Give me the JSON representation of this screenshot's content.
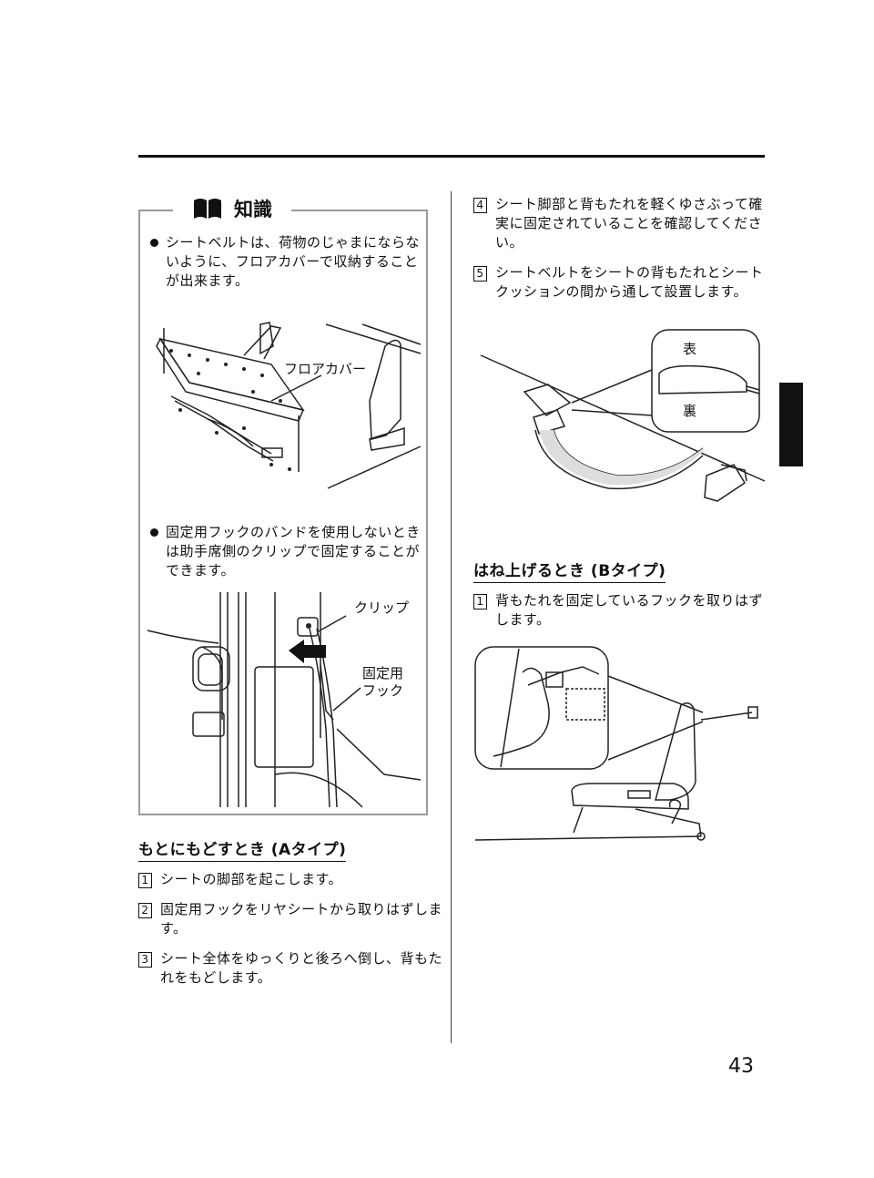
{
  "knowledge": {
    "title": "知識",
    "bullets": [
      "シートベルトは、荷物のじゃまにならないように、フロアカバーで収納することが出来ます。",
      "固定用フックのバンドを使用しないときは助手席側のクリップで固定することができます。"
    ]
  },
  "illustrations": {
    "floor_cover_label": "フロアカバー",
    "clip_label": "クリップ",
    "hook_label": "固定用フック",
    "face_label": "表",
    "back_label": "裏"
  },
  "section_a": {
    "heading": "もとにもどすとき (Aタイプ)",
    "steps": [
      {
        "num": "1",
        "text": "シートの脚部を起こします。"
      },
      {
        "num": "2",
        "text": "固定用フックをリヤシートから取りはずします。"
      },
      {
        "num": "3",
        "text": "シート全体をゆっくりと後ろへ倒し、背もたれをもどします。"
      }
    ]
  },
  "right_steps": [
    {
      "num": "4",
      "text": "シート脚部と背もたれを軽くゆさぶって確実に固定されていることを確認してください。"
    },
    {
      "num": "5",
      "text": "シートベルトをシートの背もたれとシートクッションの間から通して設置します。"
    }
  ],
  "section_b": {
    "heading": "はね上げるとき (Bタイプ)",
    "steps": [
      {
        "num": "1",
        "text": "背もたれを固定しているフックを取りはずします。"
      }
    ]
  },
  "page_number": "43"
}
